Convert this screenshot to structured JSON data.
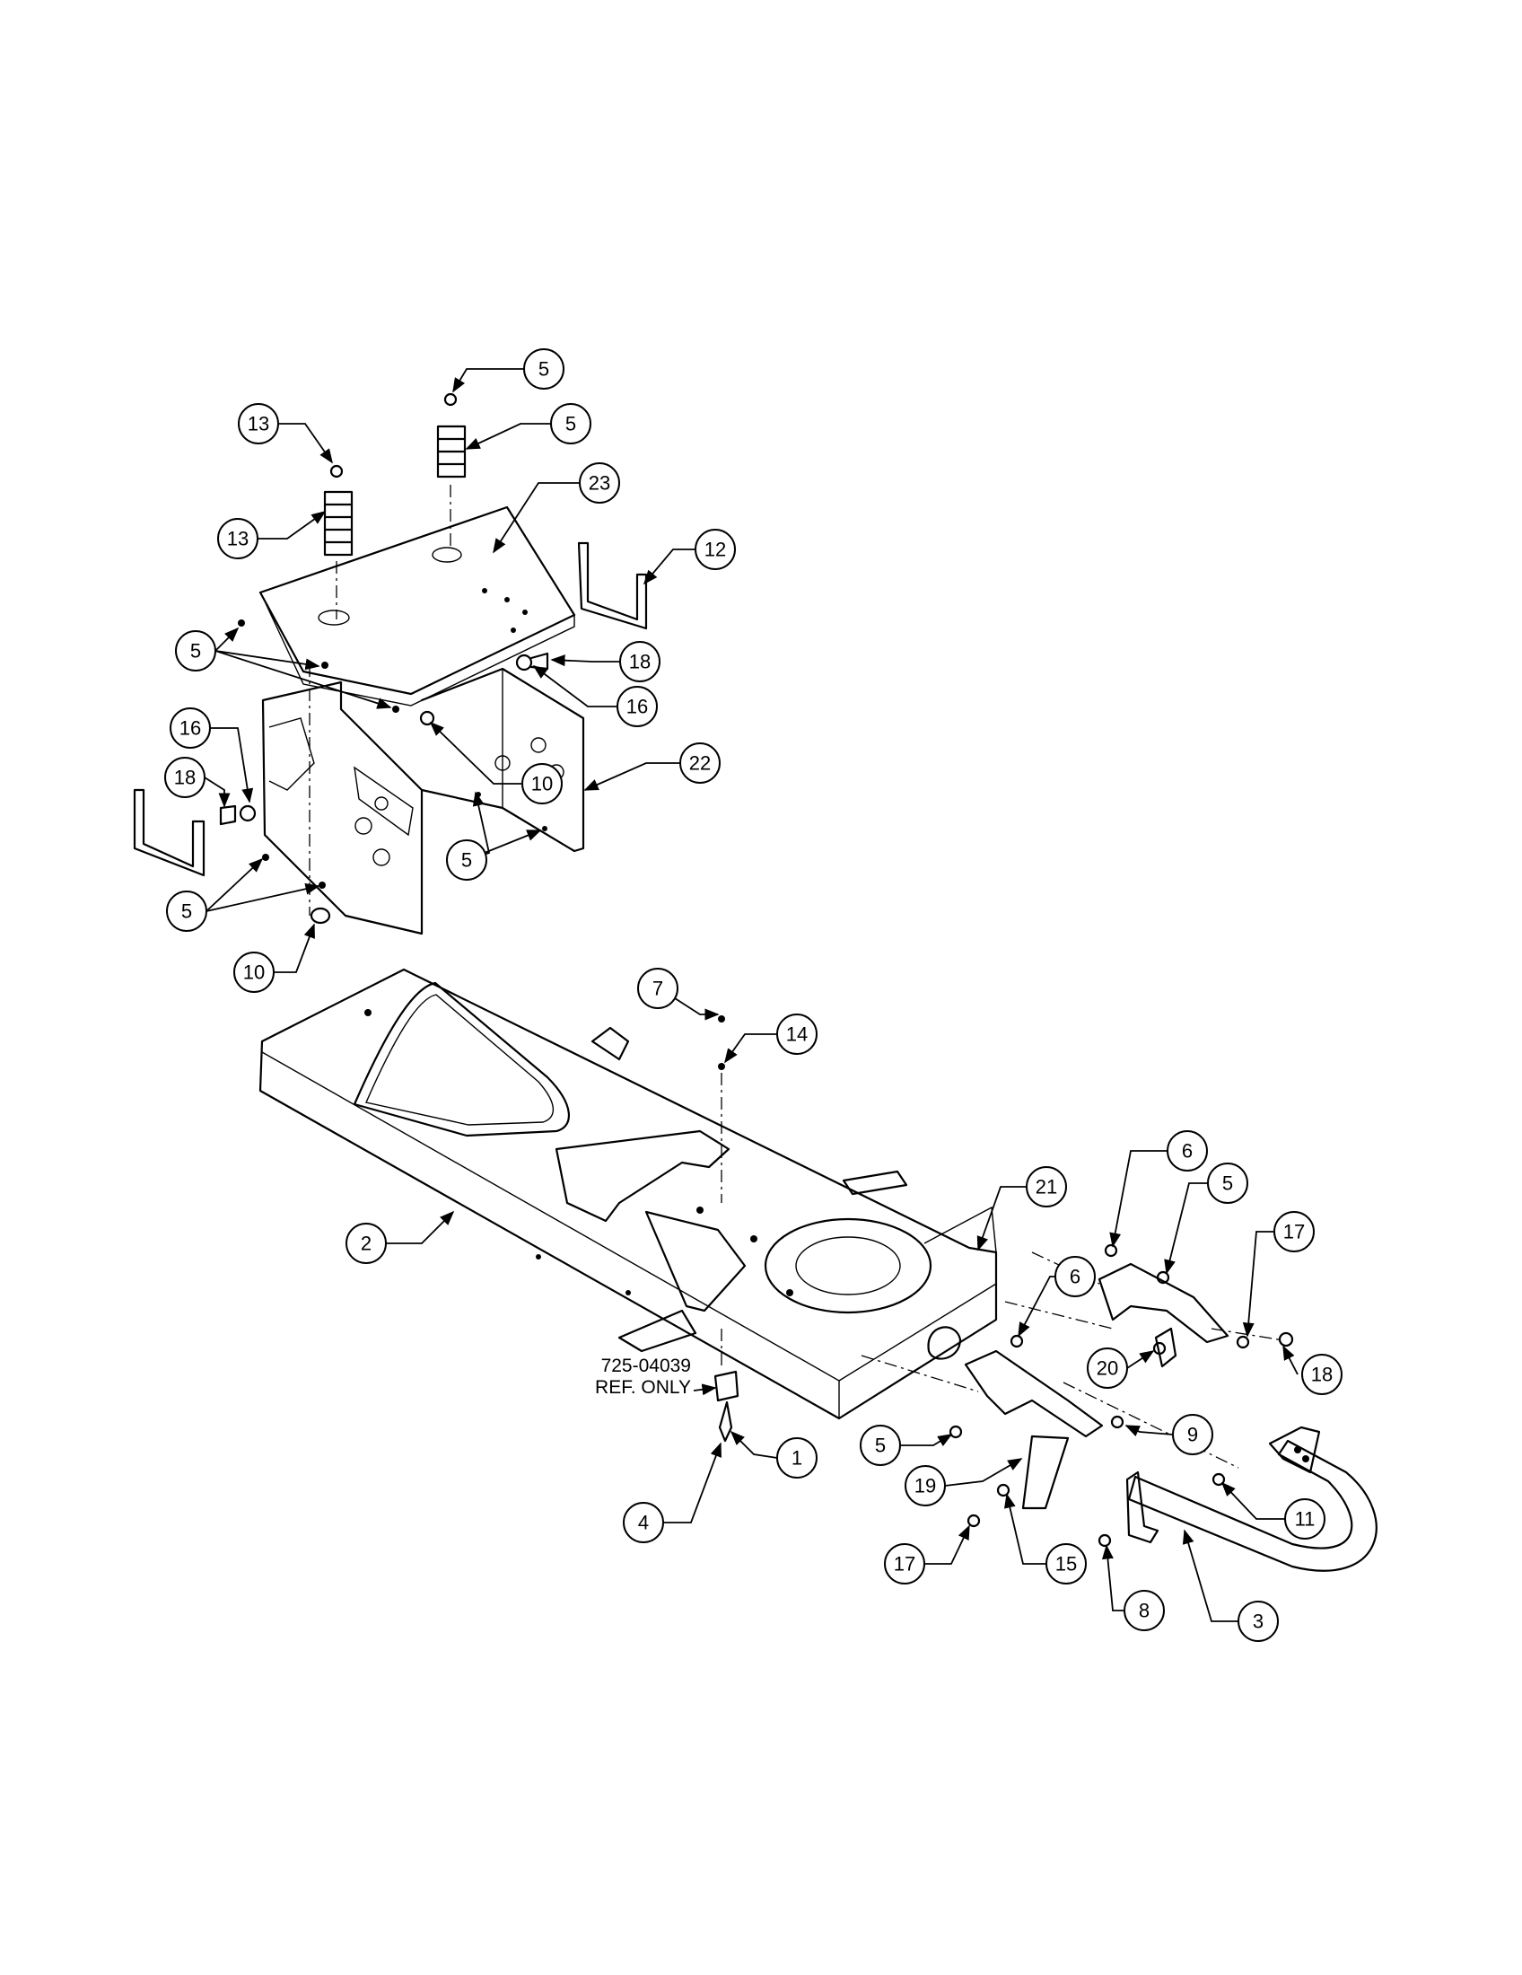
{
  "callouts": [
    "5",
    "13",
    "5",
    "13",
    "23",
    "12",
    "5",
    "18",
    "16",
    "16",
    "18",
    "10",
    "22",
    "5",
    "5",
    "10",
    "7",
    "14",
    "21",
    "6",
    "5",
    "17",
    "2",
    "6",
    "20",
    "18",
    "9",
    "5",
    "1",
    "19",
    "11",
    "4",
    "17",
    "15",
    "8",
    "3"
  ],
  "reference": {
    "part_number": "725-04039",
    "note": "REF. ONLY"
  },
  "colors": {
    "line": "#000000",
    "background": "#ffffff"
  }
}
